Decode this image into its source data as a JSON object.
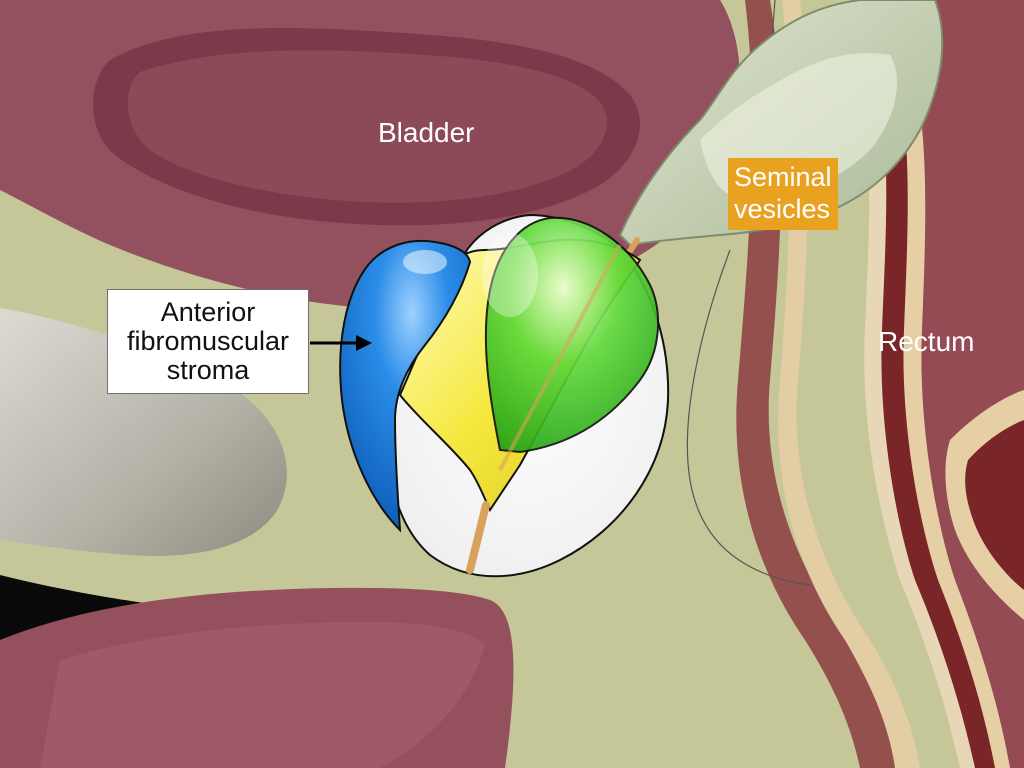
{
  "labels": {
    "bladder": "Bladder",
    "rectum": "Rectum",
    "seminal_line1": "Seminal",
    "seminal_line2": "vesicles",
    "afs_line1": "Anterior",
    "afs_line2": "fibromuscular",
    "afs_line3": "stroma"
  },
  "colors": {
    "background": "#c8c89a",
    "bladder": "#8e4a58",
    "rectum": "#7a2a2c",
    "seminal_vesicles": "#c9d3b4",
    "anterior_fibromuscular_stroma": "#2a8ae6",
    "central_zone": "#f2e64a",
    "transition_zone": "#4fd232",
    "peripheral_zone": "#ffffff",
    "seminal_label_bg": "#e8a21f",
    "callout_bg": "#ffffff"
  },
  "icons": {
    "callout_arrow": "arrow-right-icon"
  }
}
